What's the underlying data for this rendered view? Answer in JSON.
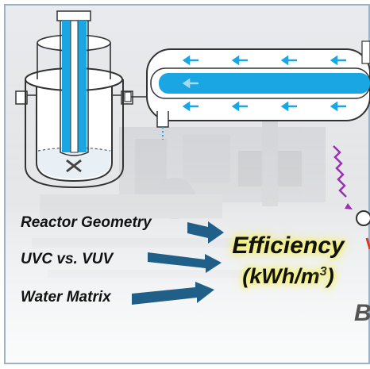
{
  "factors": [
    {
      "label": "Reactor Geometry"
    },
    {
      "label": "UVC vs. VUV"
    },
    {
      "label": "Water Matrix"
    }
  ],
  "outcome": {
    "title": "Efficiency",
    "unit_prefix": "(kWh/m",
    "unit_exp": "3",
    "unit_suffix": ")"
  },
  "partial_text": "B",
  "colors": {
    "arrow": "#1f5f88",
    "uv_lamp": "#1aa6e2",
    "frame_border": "#9fb2c4",
    "highlight": "#f3f060",
    "photon": "#9b2fb5"
  },
  "icons": [
    "batch-reactor-icon",
    "flow-through-reactor-icon",
    "stirrer-icon",
    "photon-wave-icon",
    "molecule-icon"
  ]
}
